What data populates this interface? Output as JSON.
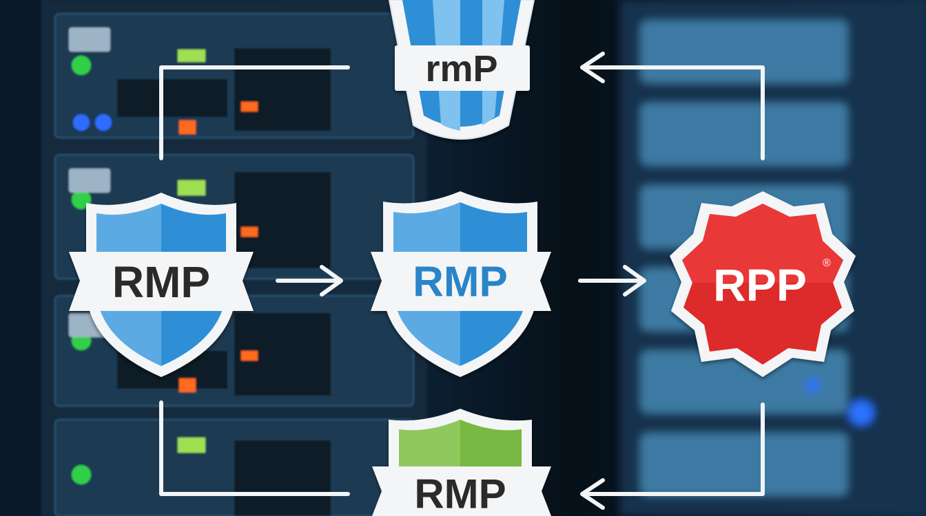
{
  "nodes": {
    "left_shield": {
      "label": "RMP"
    },
    "center_shield": {
      "label": "RMP"
    },
    "rpp_badge": {
      "label": "RPP",
      "mark": "®"
    },
    "top_cup": {
      "label": "rmP"
    },
    "bottom_shield": {
      "label": "RMP"
    }
  },
  "colors": {
    "shield_blue": "#2f8fd6",
    "shield_blue_light": "#7fc1ef",
    "badge_red": "#dd2b2b",
    "badge_green": "#79b843",
    "banner_white": "#f3f5f7",
    "label_dark": "#2b2b2b",
    "label_blue": "#2c84c8",
    "connector_white": "#f2f4f6"
  },
  "icons": [
    "shield-icon",
    "cup-icon",
    "seal-badge-icon",
    "arrow-right-icon",
    "arrow-left-icon"
  ]
}
